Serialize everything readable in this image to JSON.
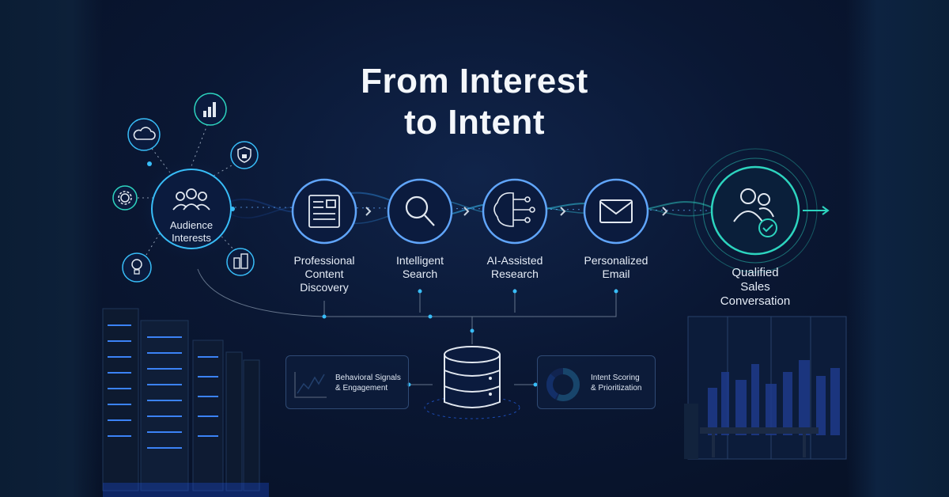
{
  "title": {
    "line1": "From Interest",
    "line2": "to Intent"
  },
  "colors": {
    "accent_blue": "#3b82f6",
    "accent_cyan": "#22d3ee",
    "accent_teal": "#2dd4bf",
    "background": "#0a1733"
  },
  "hub": {
    "label": "Audience\nInterests",
    "icon": "people-icon"
  },
  "satellite_icons": [
    "bar-chart-icon",
    "cloud-icon",
    "shield-lock-icon",
    "gear-icon",
    "lightbulb-icon",
    "buildings-icon"
  ],
  "steps": [
    {
      "label": "Professional\nContent\nDiscovery",
      "icon": "document-icon"
    },
    {
      "label": "Intelligent\nSearch",
      "icon": "search-icon"
    },
    {
      "label": "AI-Assisted\nResearch",
      "icon": "brain-circuit-icon"
    },
    {
      "label": "Personalized\nEmail",
      "icon": "envelope-icon"
    }
  ],
  "final": {
    "label": "Qualified\nSales\nConversation",
    "icon": "users-check-icon"
  },
  "data_hub": {
    "icon": "database-icon"
  },
  "cards": [
    {
      "label": "Behavioral Signals\n& Engagement",
      "icon": "line-chart-icon"
    },
    {
      "label": "Intent Scoring\n& Prioritization",
      "icon": "donut-chart-icon"
    }
  ]
}
